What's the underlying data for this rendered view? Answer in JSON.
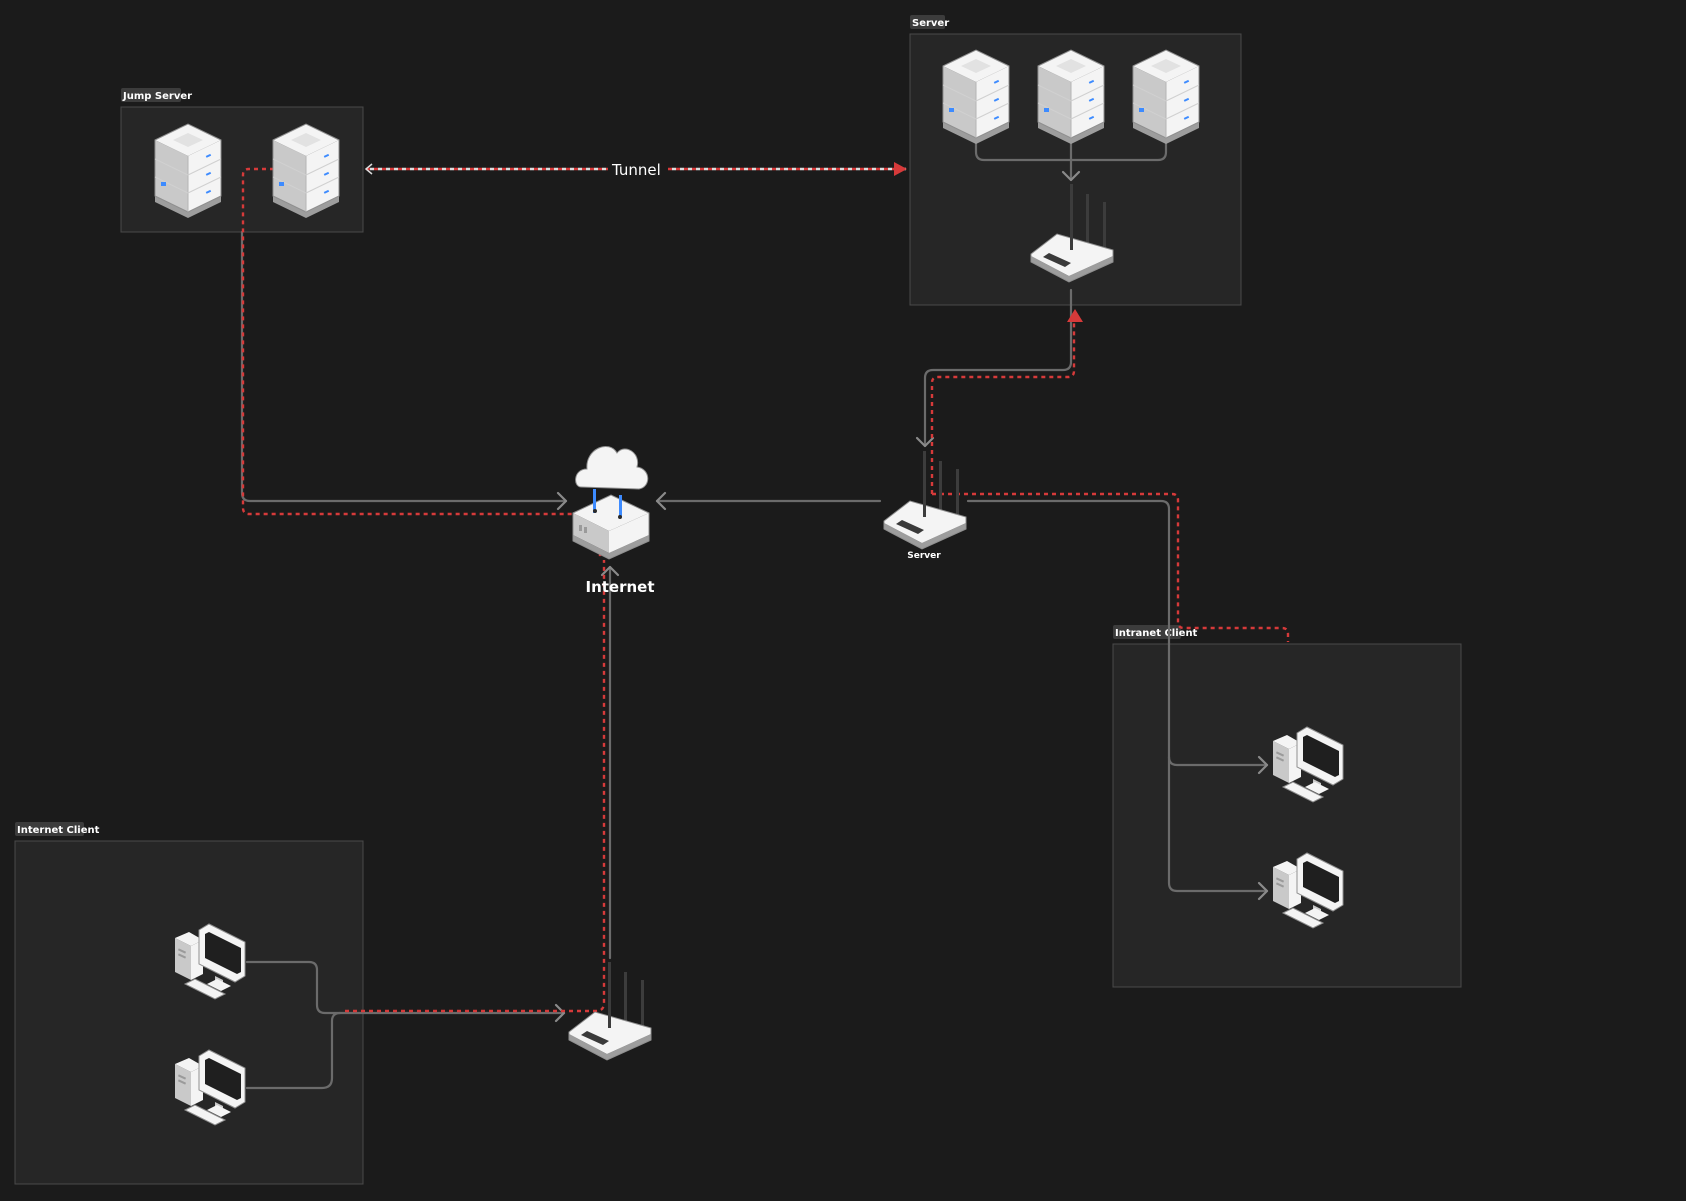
{
  "diagram": {
    "groups": {
      "jump_server": "Jump Server",
      "server": "Server",
      "intranet_client": "Intranet Client",
      "internet_client": "Internet Client"
    },
    "nodes": {
      "internet": "Internet",
      "server_router": "Server"
    },
    "links": {
      "tunnel": "Tunnel"
    }
  },
  "colors": {
    "background": "#1b1b1b",
    "group_fill": "#262626",
    "link": "#6b6b6b",
    "tunnel": "#d63a3a",
    "led": "#3d8bff"
  },
  "icons": {
    "server": "server-rack-icon",
    "router": "wireless-router-icon",
    "cloud_router": "cloud-router-icon",
    "workstation": "desktop-computer-icon"
  }
}
